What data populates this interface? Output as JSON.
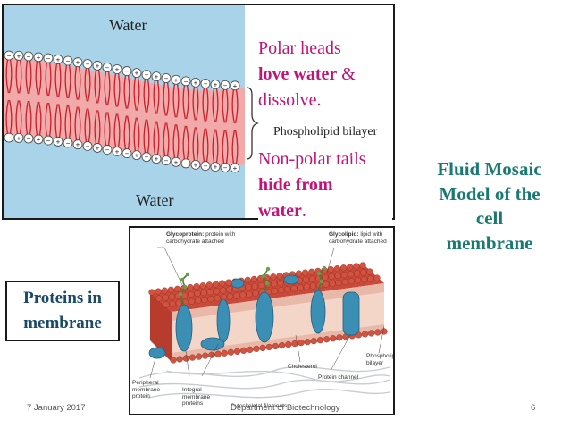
{
  "bilayer": {
    "water_top": "Water",
    "water_bottom": "Water",
    "polar_line1": "Polar heads",
    "polar_bold": "love water",
    "polar_amp": " &",
    "polar_line3": "dissolve.",
    "phospholipid_label": "Phospholipid bilayer",
    "nonpolar_line1": "Non-polar tails",
    "nonpolar_bold": "hide from",
    "nonpolar_bold2": "water",
    "nonpolar_period": ".",
    "colors": {
      "water_bg": "#a9d3e8",
      "lipid_band": "#f2a9a9",
      "tail": "#c8202a",
      "text_accent": "#c0147a"
    }
  },
  "title": {
    "line1": "Fluid Mosaic",
    "line2": "Model of the",
    "line3": "cell",
    "line4": "membrane",
    "color": "#1a7a72"
  },
  "proteins": {
    "line1": "Proteins in",
    "line2": "membrane"
  },
  "mosaic": {
    "glycoprotein_bold": "Glycoprotein:",
    "glycoprotein_rest": "protein with carbohydrate attached",
    "glycolipid_bold": "Glycolipid:",
    "glycolipid_rest": "lipid with carbohydrate attached",
    "peripheral": "Peripheral membrane protein",
    "integral": "Integral membrane proteins",
    "cytoskeleton": "Cytoskeletal filaments",
    "cholesterol": "Cholesterol",
    "protein_channel": "Protein channel",
    "phospholipid_bilayer": "Phospholipid bilayer"
  },
  "footer": {
    "date": "7 January 2017",
    "department": "Department of Biotechnology",
    "page": "6"
  }
}
